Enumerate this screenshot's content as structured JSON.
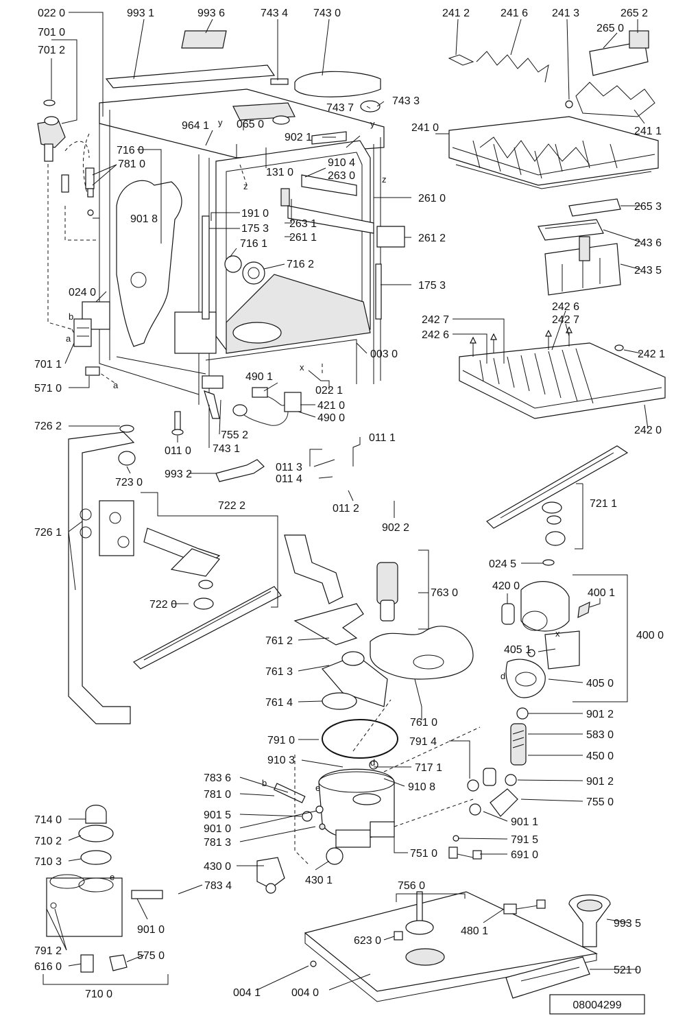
{
  "diagram": {
    "doc_number": "08004299",
    "labels": {
      "l0220": "022 0",
      "l9931": "993 1",
      "l9936": "993 6",
      "l7434": "743 4",
      "l7430": "743 0",
      "l7010": "701 0",
      "l7012": "701 2",
      "l7437": "743 7",
      "l7433": "743 3",
      "l9641": "964 1",
      "l0650": "065 0",
      "l9021": "902 1",
      "l9104": "910 4",
      "l1310": "131 0",
      "l2630": "263 0",
      "l7160": "716 0",
      "l7810": "781 0",
      "l2610": "261 0",
      "l1910": "191 0",
      "l9018": "901 8",
      "l1753a": "175 3",
      "l2631": "263 1",
      "l2611": "261 1",
      "l2612": "261 2",
      "l7161": "716 1",
      "l7162": "716 2",
      "l1753b": "175 3",
      "l0240": "024 0",
      "l0030": "003 0",
      "l7011": "701 1",
      "l0221": "022 1",
      "l4901": "490 1",
      "l4210": "421 0",
      "l4900": "490 0",
      "l5710": "571 0",
      "l7552": "755 2",
      "l7431": "743 1",
      "l0110": "011 0",
      "l2412": "241 2",
      "l2416": "241 6",
      "l2413": "241 3",
      "l2652": "265 2",
      "l2650": "265 0",
      "l2410": "241 0",
      "l2411": "241 1",
      "l2653": "265 3",
      "l2436": "243 6",
      "l2435": "243 5",
      "l2426a": "242 6",
      "l2427a": "242 7",
      "l2427b": "242 7",
      "l2426b": "242 6",
      "l2421": "242 1",
      "l2420": "242 0",
      "l7262": "726 2",
      "l0111": "011 1",
      "l0113": "011 3",
      "l0114": "011 4",
      "l0112": "011 2",
      "l9022": "902 2",
      "l7230": "723 0",
      "l9932": "993 2",
      "l7222": "722 2",
      "l7211": "721 1",
      "l7261": "726 1",
      "l0245": "024 5",
      "l4200": "420 0",
      "l4001": "400 1",
      "l4000": "400 0",
      "l7630": "763 0",
      "l7220": "722 0",
      "l7612": "761 2",
      "l4051": "405 1",
      "l4050": "405 0",
      "l7613": "761 3",
      "l7614": "761 4",
      "l7610": "761 0",
      "l9012a": "901 2",
      "l5830": "583 0",
      "l7910": "791 0",
      "l7914": "791 4",
      "l4500": "450 0",
      "l9103": "910 3",
      "l7171": "717 1",
      "l9012b": "901 2",
      "l7836": "783 6",
      "l9108": "910 8",
      "l7810b": "781 0",
      "l7550": "755 0",
      "l7140": "714 0",
      "l9015": "901 5",
      "l9011": "901 1",
      "l9010a": "901 0",
      "l7813": "781 3",
      "l7102": "710 2",
      "l7510": "751 0",
      "l7915": "791 5",
      "l7103": "710 3",
      "l6910": "691 0",
      "l4300": "430 0",
      "l4301": "430 1",
      "l7834": "783 4",
      "l7560": "756 0",
      "l9010b": "901 0",
      "l6230": "623 0",
      "l4801": "480 1",
      "l9935": "993 5",
      "l7912": "791 2",
      "l5750": "575 0",
      "l6160": "616 0",
      "l5210": "521 0",
      "l0041": "004 1",
      "l0040": "004 0",
      "l7100": "710 0"
    },
    "letters": {
      "b1": "b",
      "a1": "a",
      "a2": "a",
      "y1": "y",
      "y2": "y",
      "z1": "z",
      "z2": "z",
      "x1": "x",
      "x2": "x",
      "d1": "d",
      "d2": "d",
      "e1": "e",
      "e2": "e",
      "b2": "b"
    }
  }
}
